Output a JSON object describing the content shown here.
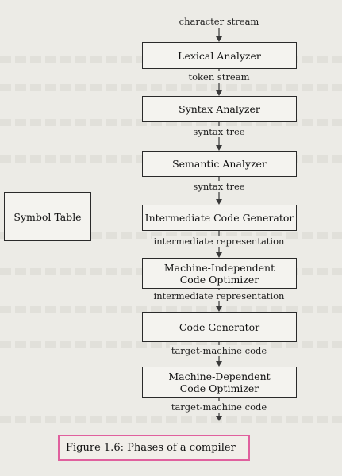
{
  "diagram": {
    "stages": [
      "Lexical Analyzer",
      "Syntax Analyzer",
      "Semantic Analyzer",
      "Intermediate Code Generator",
      [
        "Machine-Independent",
        "Code Optimizer"
      ],
      "Code Generator",
      [
        "Machine-Dependent",
        "Code Optimizer"
      ]
    ],
    "flows": [
      "character stream",
      "token stream",
      "syntax tree",
      "syntax tree",
      "intermediate representation",
      "intermediate representation",
      "target-machine code",
      "target-machine code"
    ],
    "side_box": "Symbol Table"
  },
  "caption": "Figure 1.6: Phases of a compiler"
}
